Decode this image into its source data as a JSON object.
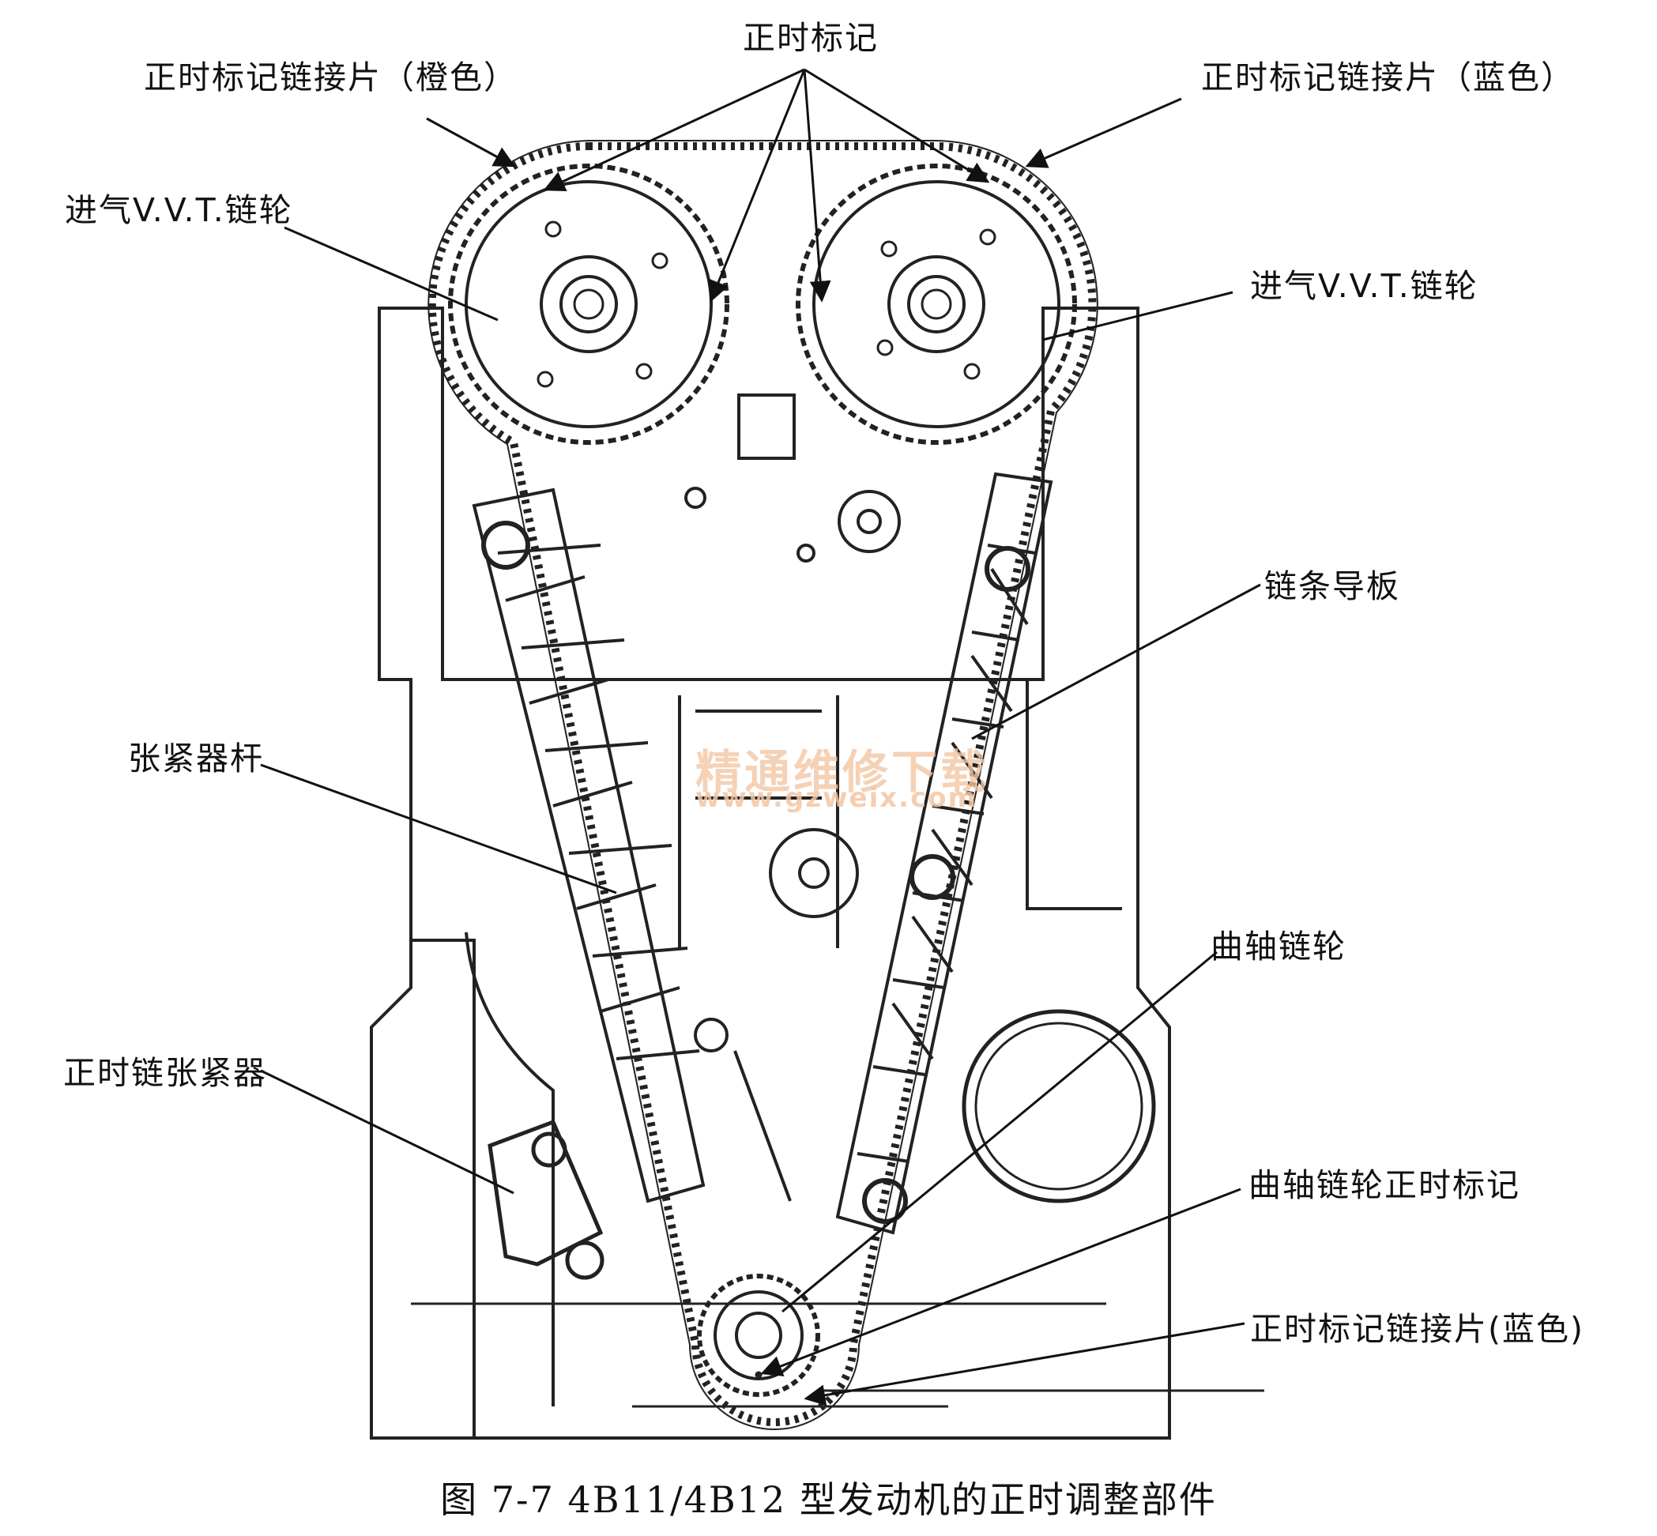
{
  "figure": {
    "caption": "图 7-7    4B11/4B12 型发动机的正时调整部件"
  },
  "labels": {
    "timing_mark": "正时标记",
    "link_orange": "正时标记链接片（橙色）",
    "link_blue_top": "正时标记链接片（蓝色）",
    "intake_vvt_left": "进气V.V.T.链轮",
    "intake_vvt_right": "进气V.V.T.链轮",
    "chain_guide": "链条导板",
    "tensioner_lever": "张紧器杆",
    "crank_sprocket": "曲轴链轮",
    "chain_tensioner": "正时链张紧器",
    "crank_timing_mark": "曲轴链轮正时标记",
    "link_blue_bottom": "正时标记链接片(蓝色)"
  },
  "watermark": {
    "title": "精通维修下载",
    "url": "www.gzweix.com"
  }
}
